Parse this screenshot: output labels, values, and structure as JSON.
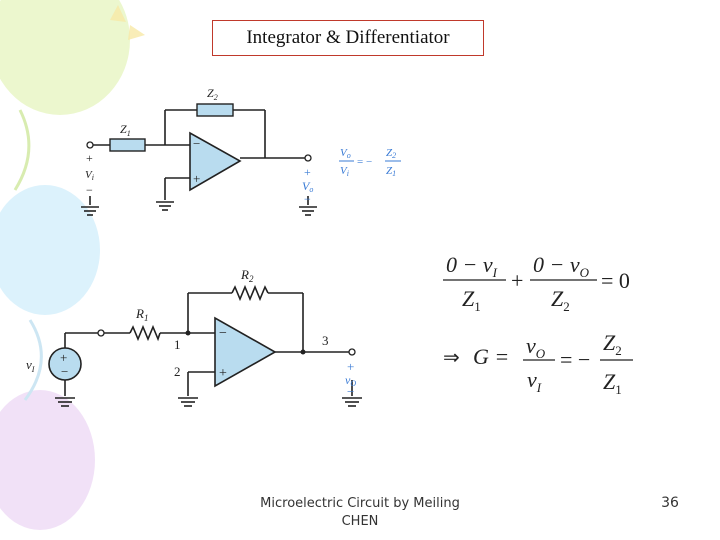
{
  "slide": {
    "title": "Integrator & Differentiator",
    "footer_line1": "Microelectric Circuit by Meiling",
    "footer_line2": "CHEN",
    "page_number": "36"
  },
  "top_circuit": {
    "z1": "Z",
    "z1_sub": "1",
    "z2": "Z",
    "z2_sub": "2",
    "vi": "V",
    "vi_sub": "i",
    "vo": "V",
    "vo_sub": "o",
    "plus": "+",
    "minus": "−",
    "gain_num_v": "V",
    "gain_num_sub": "o",
    "gain_den_v": "V",
    "gain_den_sub": "i",
    "gain_eq": "= −",
    "gain_z_num": "Z",
    "gain_z_num_sub": "2",
    "gain_z_den": "Z",
    "gain_z_den_sub": "1"
  },
  "bottom_circuit": {
    "r1": "R",
    "r1_sub": "1",
    "r2": "R",
    "r2_sub": "2",
    "node1": "1",
    "node2": "2",
    "node3": "3",
    "vi": "v",
    "vi_sub": "I",
    "vo": "v",
    "vo_sub": "O",
    "plus": "+",
    "minus": "−"
  },
  "equations": {
    "eq1_num1": "0 − v",
    "eq1_num1_sub": "I",
    "eq1_den1": "Z",
    "eq1_den1_sub": "1",
    "eq1_plus": "+",
    "eq1_num2": "0 − v",
    "eq1_num2_sub": "O",
    "eq1_den2": "Z",
    "eq1_den2_sub": "2",
    "eq1_rhs": "= 0",
    "eq2_implies": "⇒",
    "eq2_g": "G =",
    "eq2_num": "v",
    "eq2_num_sub": "O",
    "eq2_den": "v",
    "eq2_den_sub": "I",
    "eq2_eq": "= −",
    "eq2_z_num": "Z",
    "eq2_z_num_sub": "2",
    "eq2_z_den": "Z",
    "eq2_z_den_sub": "1"
  },
  "colors": {
    "opamp_fill": "#b9dcef",
    "accent_blue": "#3a7bd5",
    "title_border": "#c0392b"
  }
}
